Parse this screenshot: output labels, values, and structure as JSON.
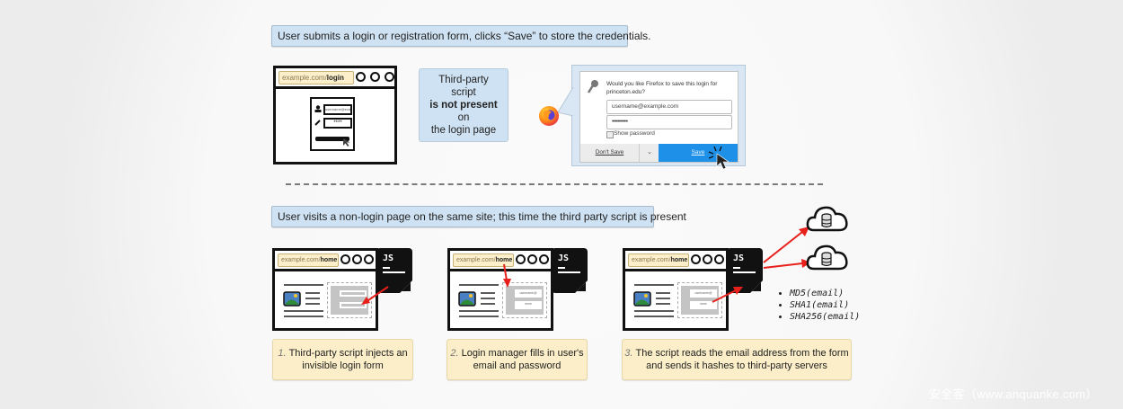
{
  "section1": {
    "banner": "User submits a login or registration form, clicks “Save” to store the credentials.",
    "browser": {
      "url_prefix": "example.com/",
      "url_path": "login",
      "field_username": "username@example",
      "field_password": "****"
    },
    "note": {
      "line1": "Third-party script",
      "line2_bold": "is not present",
      "line2_rest": " on",
      "line3": "the login page"
    },
    "firefox_dialog": {
      "prompt_line1": "Would you like Firefox to save this login for",
      "prompt_line2": "princeton.edu?",
      "username_value": "username@example.com",
      "password_value": "•••••••••",
      "show_password_label": "Show password",
      "dont_save_label": "Don't Save",
      "save_label": "Save"
    }
  },
  "divider": "dashed-line",
  "section2": {
    "banner": "User visits a non-login page on the same site; this time the third party script is present",
    "js_label": "JS",
    "steps": [
      {
        "url_prefix": "example.com/",
        "url_path": "home",
        "number": "1.",
        "text_line1": "Third-party script injects an",
        "text_line2": "invisible login form"
      },
      {
        "url_prefix": "example.com/",
        "url_path": "home",
        "number": "2.",
        "text_line1": "Login manager fills in user's",
        "text_line2": "email and password",
        "field_username": "username@",
        "field_password": "****"
      },
      {
        "url_prefix": "example.com/",
        "url_path": "home",
        "number": "3.",
        "text_line1": "The script reads the email address from the form",
        "text_line2": "and sends it hashes to third-party servers",
        "field_username": "username@",
        "field_password": "****"
      }
    ],
    "hashes": [
      "MD5(email)",
      "SHA1(email)",
      "SHA256(email)"
    ]
  },
  "colors": {
    "banner_blue": "#cfe2f3",
    "note_yellow": "#fbeec8",
    "arrow_red": "#e8201c",
    "save_blue": "#1e90e8"
  },
  "watermark": "安全客（www.anquanke.com）"
}
